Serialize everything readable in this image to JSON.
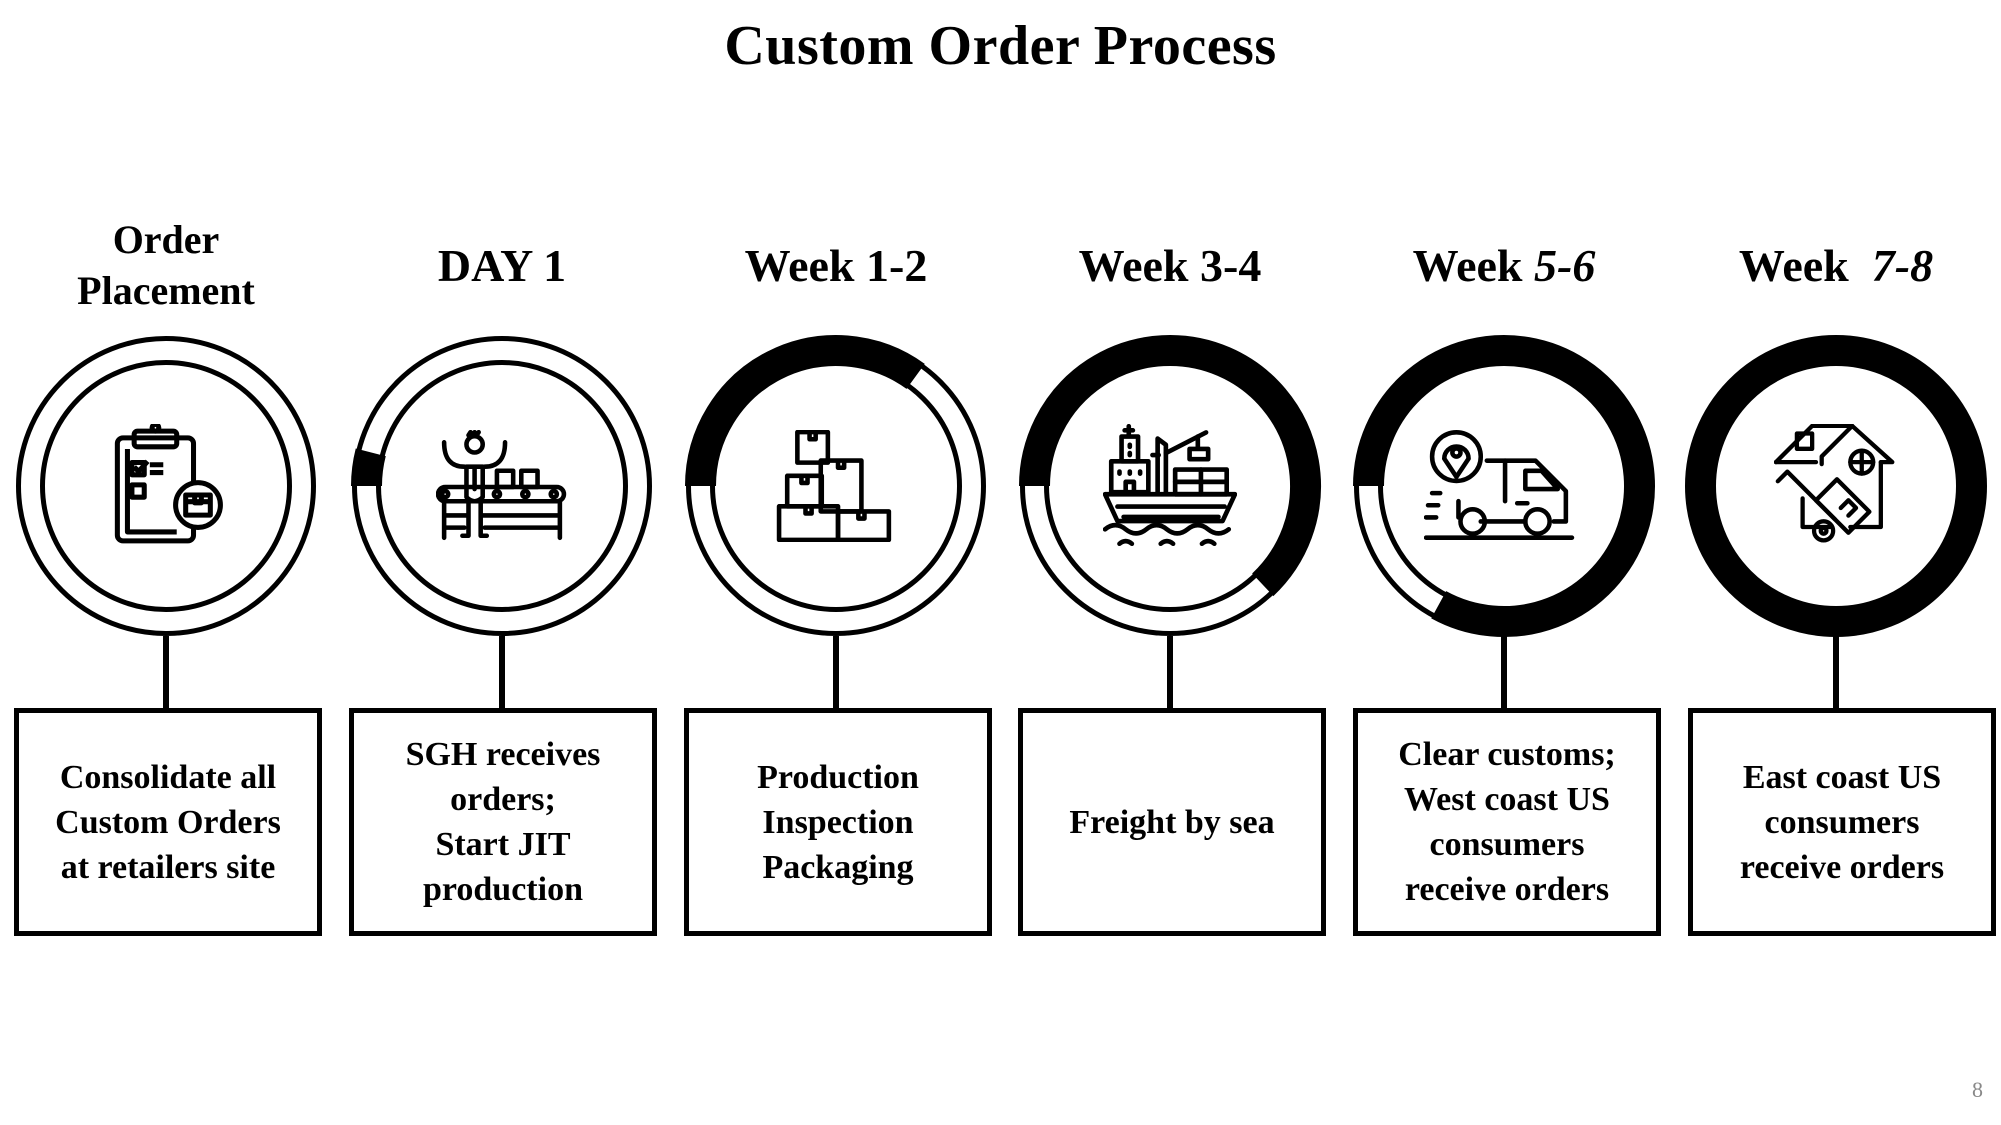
{
  "title": "Custom Order Process",
  "page_number": "8",
  "stages": [
    {
      "label": "Order\nPlacement",
      "label_parts": [
        {
          "text": "Order",
          "italic": false
        },
        {
          "text": "Placement",
          "italic": false
        }
      ],
      "icon": "clipboard-checklist-package-icon",
      "progress_percent": 0,
      "description": "Consolidate all\nCustom Orders\nat retailers site"
    },
    {
      "label": "DAY 1",
      "label_parts": [
        {
          "text": "DAY 1",
          "italic": false
        }
      ],
      "icon": "worker-conveyor-belt-icon",
      "progress_percent": 4,
      "description": "SGH receives\norders;\nStart JIT\nproduction"
    },
    {
      "label": "Week 1-2",
      "label_parts": [
        {
          "text": "Week 1-2",
          "italic": false
        }
      ],
      "icon": "stacked-boxes-icon",
      "progress_percent": 35,
      "description": "Production\nInspection\nPackaging"
    },
    {
      "label": "Week 3-4",
      "label_parts": [
        {
          "text": "Week 3-4",
          "italic": false
        }
      ],
      "icon": "cargo-ship-icon",
      "progress_percent": 63,
      "description": "Freight by sea"
    },
    {
      "label": "Week 5-6",
      "label_parts": [
        {
          "text": "Week ",
          "italic": false
        },
        {
          "text": "5-6",
          "italic": true
        }
      ],
      "icon": "delivery-truck-location-icon",
      "progress_percent": 83,
      "description": "Clear customs;\nWest coast US\nconsumers\nreceive orders"
    },
    {
      "label": "Week 7-8",
      "label_parts": [
        {
          "text": "Week  ",
          "italic": false
        },
        {
          "text": "7-8",
          "italic": true
        }
      ],
      "icon": "house-hand-truck-icon",
      "progress_percent": 100,
      "description": "East coast US\nconsumers\nreceive orders"
    }
  ]
}
